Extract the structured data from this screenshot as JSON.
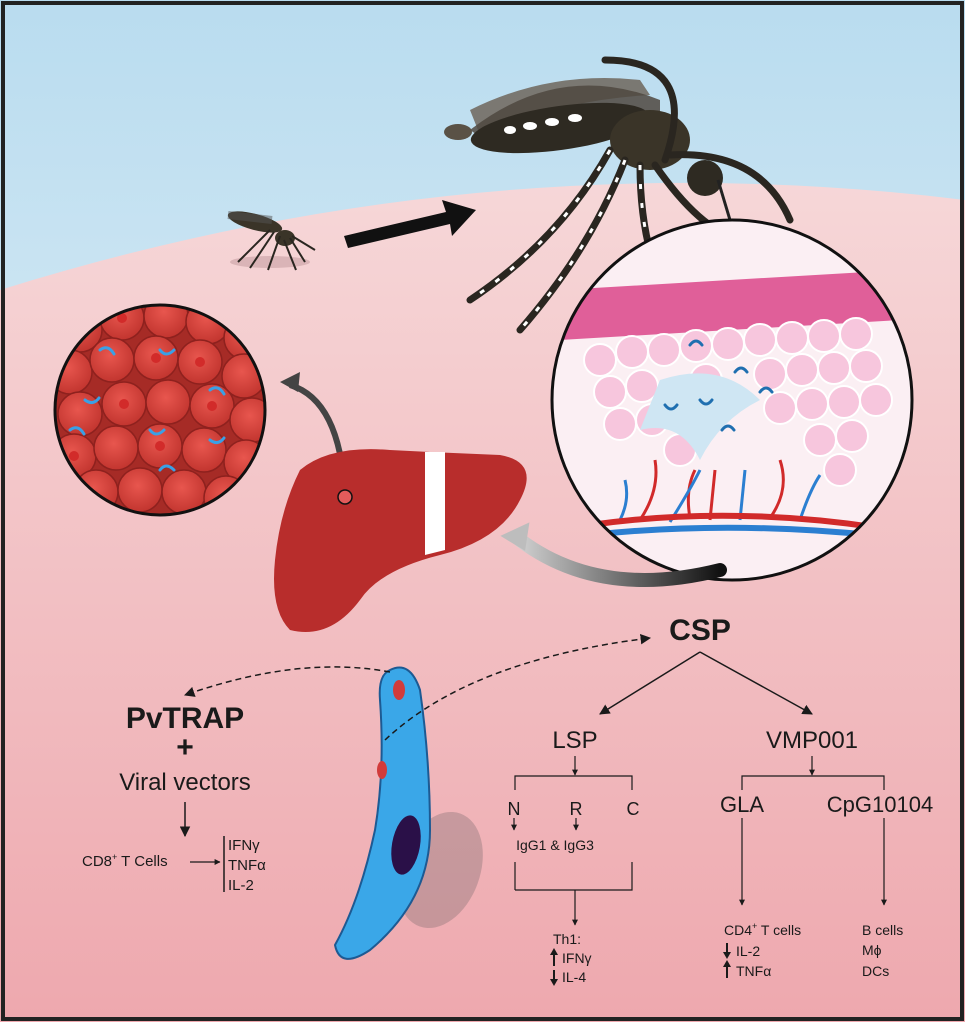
{
  "labels": {
    "csp": "CSP",
    "lsp": "LSP",
    "vmp001": "VMP001",
    "pvtrap": "PvTRAP",
    "plus": "+",
    "viral_vectors": "Viral vectors",
    "cd8_prefix": "CD8",
    "cd8_sup": "+",
    "cd8_suffix": " T Cells",
    "cytokines_cd8": [
      "IFNγ",
      "TNFα",
      "IL-2"
    ],
    "n": "N",
    "r": "R",
    "c": "C",
    "igg": "IgG1 & IgG3",
    "th1": "Th1:",
    "th1_items": [
      "IFNγ",
      "IL-4"
    ],
    "gla": "GLA",
    "cpg": "CpG10104",
    "cd4_prefix": "CD4",
    "cd4_sup": "+",
    "cd4_suffix": " T cells",
    "cd4_items": [
      "IL-2",
      "TNFα"
    ],
    "bcells": [
      "B cells",
      "Mϕ",
      "DCs"
    ]
  },
  "colors": {
    "skin": "#f3c9cc",
    "sky": "#cfe7f4",
    "liver": "#b82d2c",
    "sporozoite": "#2f9ee0",
    "mosquito": "#3a3428"
  }
}
